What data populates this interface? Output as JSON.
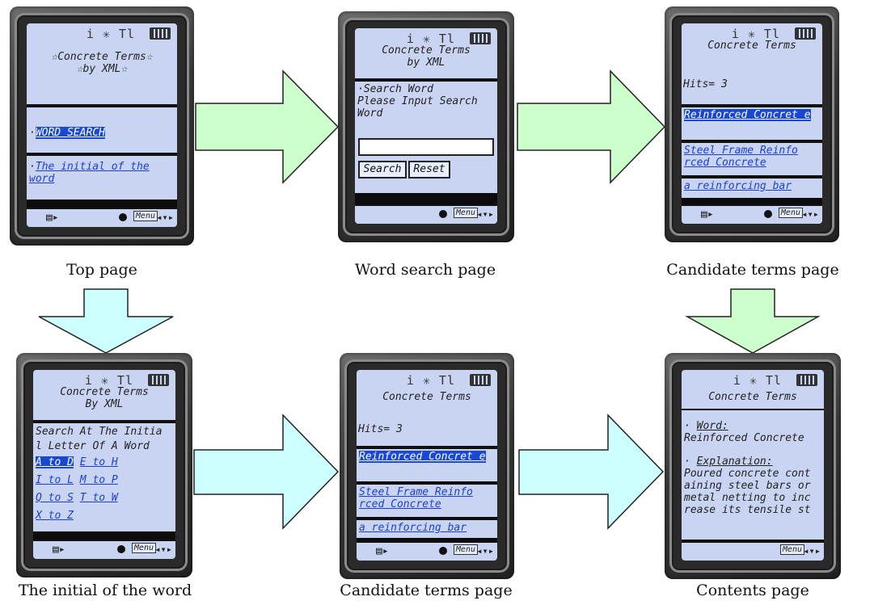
{
  "colors": {
    "arrow_green": "#ccffcc",
    "arrow_blue": "#ccffff",
    "screen_bg": "#c9d4f2",
    "link": "#1c3fd1",
    "highlight": "#1947d6"
  },
  "captions": {
    "top": "Top page",
    "word_search": "Word search page",
    "candidate_1": "Candidate terms page",
    "initial": "The initial of the word",
    "candidate_2": "Candidate terms page",
    "contents": "Contents page"
  },
  "common": {
    "menu": "Menu",
    "status_icons": "i ✳ Tl",
    "nav_icon": "◂▾▸",
    "left_soft": "▤▸",
    "bullet": "·"
  },
  "top_page": {
    "title_line1": "☆Concrete Terms☆",
    "title_line2": "☆by XML☆",
    "link_word_search": "WORD SEARCH",
    "link_initial": "The initial of the word"
  },
  "word_search_page": {
    "title_line1": "Concrete Terms",
    "title_line2": "by XML",
    "heading": "Search Word",
    "prompt": "Please Input Search Word",
    "search_button": "Search",
    "reset_button": "Reset"
  },
  "candidate_page": {
    "title": "Concrete Terms",
    "hits": "Hits= 3",
    "items": [
      "Reinforced Concret e",
      "Steel Frame Reinfo rced Concrete",
      "a reinforcing bar"
    ]
  },
  "initial_page": {
    "title_line1": "Concrete Terms",
    "title_line2": "By XML",
    "instruction": "Search At The Initia l Letter Of A Word",
    "ranges": [
      "A to D",
      "E to H",
      "I to L",
      "M to P",
      "Q to S",
      "T to W",
      "X to Z"
    ]
  },
  "contents_page": {
    "title": "Concrete Terms",
    "word_label": "Word:",
    "word_value": "Reinforced Concrete",
    "explanation_label": "Explanation:",
    "explanation_text": "Poured concrete cont aining steel bars or metal netting to inc rease its tensile st"
  }
}
